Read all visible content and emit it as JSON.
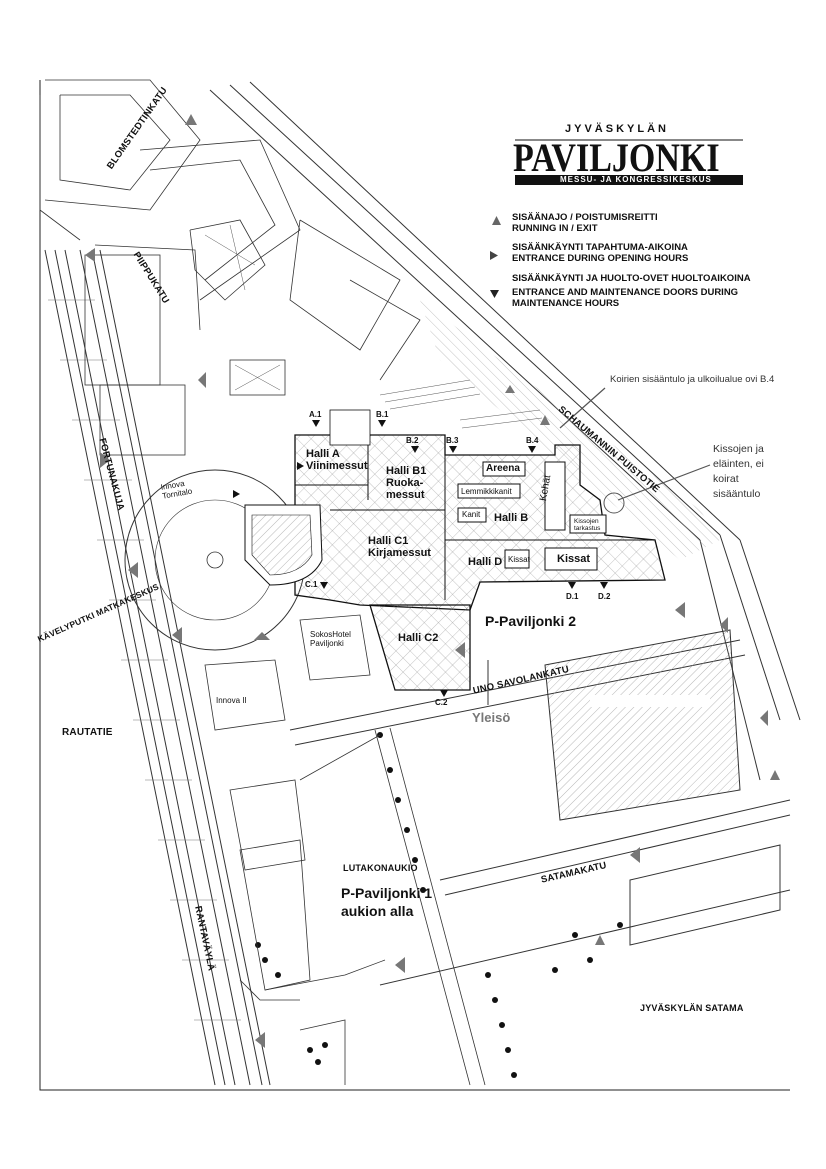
{
  "logo": {
    "top": "JYVÄSKYLÄN",
    "main": "PAVILJONKI",
    "sub": "MESSU- JA KONGRESSIKESKUS"
  },
  "legend": [
    {
      "icon": "triangle-up-icon",
      "lines": [
        "SISÄÄNAJO / POISTUMISREITTI",
        "RUNNING IN / EXIT"
      ]
    },
    {
      "icon": "triangle-right-icon",
      "lines": [
        "SISÄÄNKÄYNTI TAPAHTUMA-AIKOINA",
        "ENTRANCE DURING OPENING HOURS"
      ]
    },
    {
      "icon": "triangle-down-icon",
      "lines": [
        "SISÄÄNKÄYNTI JA HUOLTO-OVET HUOLTOAIKOINA",
        "ENTRANCE AND MAINTENANCE DOORS DURING",
        "MAINTENANCE HOURS"
      ]
    }
  ],
  "streets": {
    "blomstedtinkatu": "BLOMSTEDTINKATU",
    "piippukatu": "PIIPPUKATU",
    "fortunakuja": "FORTUNAKUJA",
    "kavelyputki": "KÄVELYPUTKI MATKAKESKUS",
    "rautatie": "RAUTATIE",
    "rantavayla": "RANTAVÄYLÄ",
    "schaumanninpuistotie": "SCHAUMANNIN PUISTOTIE",
    "unosavolankatu": "UNO SAVOLANKATU",
    "satamakatu": "SATAMAKATU",
    "lutakonaukio": "LUTAKONAUKIO",
    "satama": "JYVÄSKYLÄN SATAMA"
  },
  "halls": {
    "halli_a": [
      "Halli A",
      "Viinimessut"
    ],
    "halli_b1": [
      "Halli B1",
      "Ruoka-",
      "messut"
    ],
    "halli_c1": [
      "Halli C1",
      "Kirjamessut"
    ],
    "halli_b": "Halli B",
    "halli_d": "Halli D",
    "halli_c2": "Halli C2"
  },
  "boxes": {
    "areena": "Areena",
    "lemmikkikanit": "Lemmikkikanit",
    "kanit": "Kanit",
    "kehat": "Kehät",
    "kissat_small": "Kissat",
    "kissat": "Kissat",
    "kissojen_tarkastus": [
      "Kissojen",
      "tarkastus"
    ]
  },
  "buildings": {
    "innova_tornitalo": [
      "Innova",
      "Tornitalo"
    ],
    "sokos": [
      "SokosHotel",
      "Paviljonki"
    ],
    "innova2": "Innova II"
  },
  "doors": [
    "A.1",
    "B.1",
    "B.2",
    "B.3",
    "B.4",
    "C.1",
    "C.2",
    "D.1",
    "D.2"
  ],
  "parking": {
    "p2": "P-Paviljonki 2",
    "p1": [
      "P-Paviljonki 1",
      "aukion alla"
    ]
  },
  "notes": {
    "koirat": "Koirien sisääntulo ja ulkoilualue ovi B.4",
    "kissat": [
      "Kissojen ja",
      "eläinten, ei",
      "koirat",
      "sisääntulo"
    ],
    "yleiso": "Yleisö"
  }
}
